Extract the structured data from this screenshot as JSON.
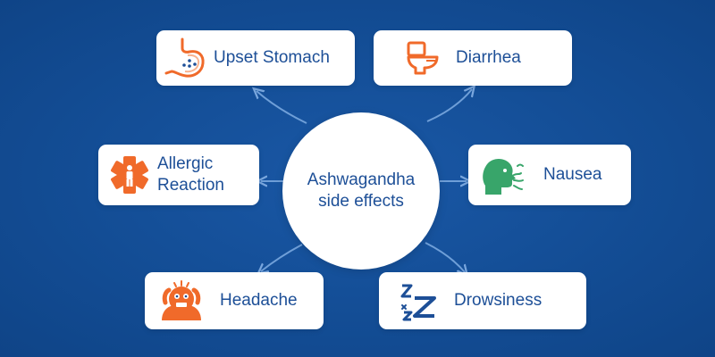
{
  "diagram": {
    "center_label": "Ashwagandha side effects",
    "colors": {
      "background": "#124c93",
      "text": "#1d4f97",
      "icon_orange": "#f06a2a",
      "icon_green": "#38a56a",
      "connector": "#6f9fd8"
    },
    "nodes": [
      {
        "label": "Upset Stomach",
        "icon": "stomach-icon"
      },
      {
        "label": "Diarrhea",
        "icon": "toilet-icon"
      },
      {
        "label": "Allergic Reaction",
        "icon": "medical-alert-icon"
      },
      {
        "label": "Nausea",
        "icon": "nausea-face-icon"
      },
      {
        "label": "Headache",
        "icon": "headache-face-icon"
      },
      {
        "label": "Drowsiness",
        "icon": "zzz-icon"
      }
    ]
  }
}
